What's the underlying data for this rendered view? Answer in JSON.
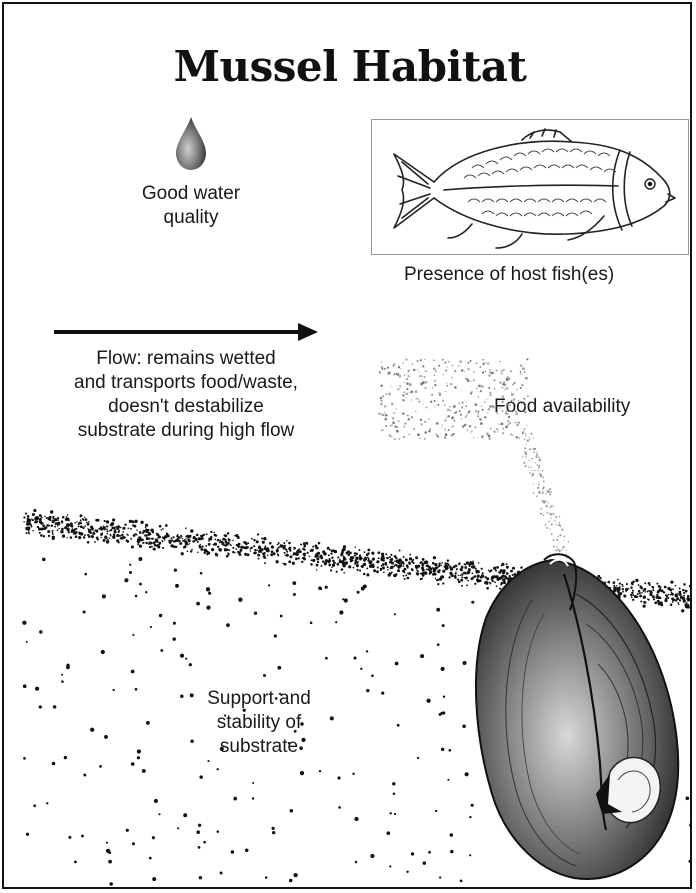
{
  "title": "Mussel Habitat",
  "labels": {
    "water_quality": [
      "Good water",
      "quality"
    ],
    "host_fish": "Presence of host fish(es)",
    "flow": [
      "Flow: remains wetted",
      "and transports food/waste,",
      "doesn't destabilize",
      "substrate during high flow"
    ],
    "food": "Food availability",
    "substrate": [
      "Support and",
      "stability of",
      "substrate"
    ]
  },
  "icons": {
    "drop": "water-drop-icon",
    "fish": "host-fish-illustration",
    "arrow": "flow-arrow",
    "mussel": "mussel-illustration"
  },
  "colors": {
    "ink": "#111111",
    "drop_dark": "#444444",
    "drop_light": "#bbbbbb"
  }
}
